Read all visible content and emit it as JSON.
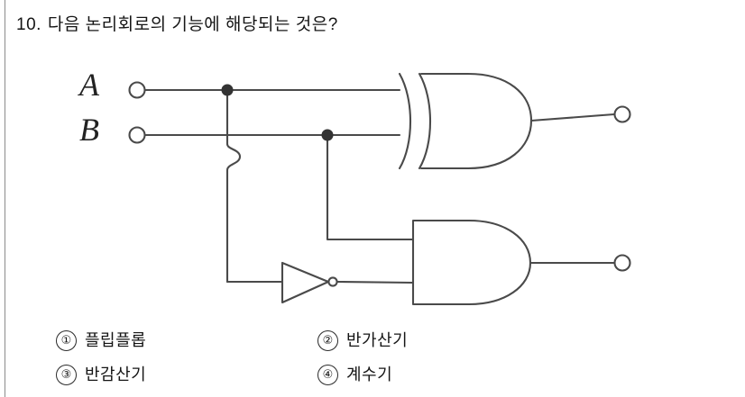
{
  "page": {
    "background": "#ffffff",
    "border_color": "#8c8c8c",
    "ink_color": "#4a4a4a"
  },
  "question": {
    "number": "10.",
    "text": "다음 논리회로의 기능에 해당되는 것은?"
  },
  "circuit": {
    "title": "logic circuit diagram",
    "inputs": [
      {
        "label": "A",
        "terminal": "input-terminal-a"
      },
      {
        "label": "B",
        "terminal": "input-terminal-b"
      }
    ],
    "gates": [
      {
        "name": "xor-gate",
        "type": "XOR",
        "inputs": [
          "A",
          "B"
        ],
        "output": "output-terminal-sum"
      },
      {
        "name": "and-gate",
        "type": "AND",
        "inputs": [
          "B",
          "NOT-A"
        ],
        "output": "output-terminal-borrow"
      },
      {
        "name": "not-gate",
        "type": "NOT",
        "inputs": [
          "A"
        ],
        "output": "NOT-A"
      }
    ],
    "junctions": [
      {
        "name": "junction-a",
        "on": "A"
      },
      {
        "name": "junction-b",
        "on": "B"
      }
    ],
    "outputs": [
      {
        "name": "output-terminal-sum"
      },
      {
        "name": "output-terminal-borrow"
      }
    ]
  },
  "choices": [
    {
      "marker": "①",
      "label": "플립플롭"
    },
    {
      "marker": "②",
      "label": "반가산기"
    },
    {
      "marker": "③",
      "label": "반감산기"
    },
    {
      "marker": "④",
      "label": "계수기"
    }
  ]
}
